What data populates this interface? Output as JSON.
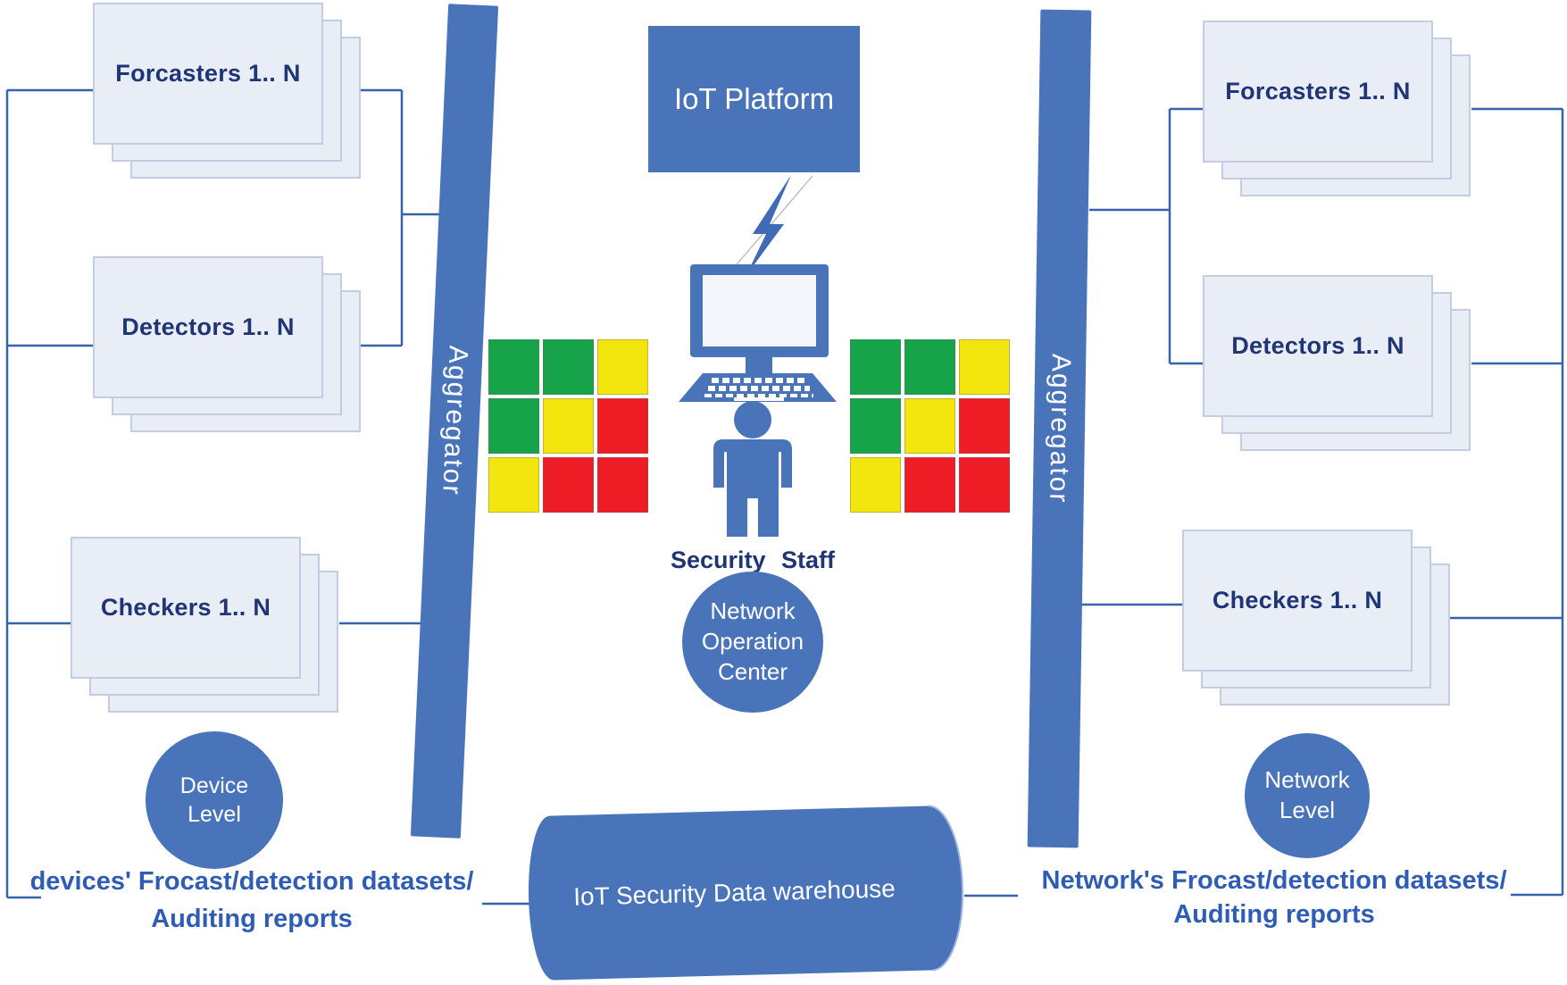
{
  "colors": {
    "shape_blue": "#4a74ba",
    "line_blue": "#3563ae",
    "box_fill": "#e9edf6",
    "box_border": "#c3cde2",
    "navy_text": "#1f3575",
    "blue_text": "#2f5cb5",
    "green": "#17a34a",
    "yellow": "#f2e60e",
    "red": "#ee1c25"
  },
  "left": {
    "boxes": [
      {
        "label": "Forcasters 1.. N"
      },
      {
        "label": "Detectors 1.. N"
      },
      {
        "label": "Checkers 1.. N"
      }
    ],
    "aggregator_label": "Aggregator",
    "level_circle": {
      "line1": "Device",
      "line2": "Level"
    },
    "caption": {
      "line1": "devices' Frocast/detection datasets/",
      "line2": "Auditing reports"
    }
  },
  "right": {
    "boxes": [
      {
        "label": "Forcasters 1.. N"
      },
      {
        "label": "Detectors 1.. N"
      },
      {
        "label": "Checkers 1.. N"
      }
    ],
    "aggregator_label": "Aggregator",
    "level_circle": {
      "line1": "Network",
      "line2": "Level"
    },
    "caption": {
      "line1": "Network's Frocast/detection datasets/",
      "line2": "Auditing reports"
    }
  },
  "center": {
    "platform_label": "IoT Platform",
    "security_staff_label": "Security Staff",
    "noc_circle": {
      "line1": "Network",
      "line2": "Operation",
      "line3": "Center"
    },
    "warehouse_label": "IoT Security Data warehouse"
  },
  "risk_matrix": {
    "rows": [
      [
        "green",
        "green",
        "yellow"
      ],
      [
        "green",
        "yellow",
        "red"
      ],
      [
        "yellow",
        "red",
        "red"
      ]
    ]
  }
}
